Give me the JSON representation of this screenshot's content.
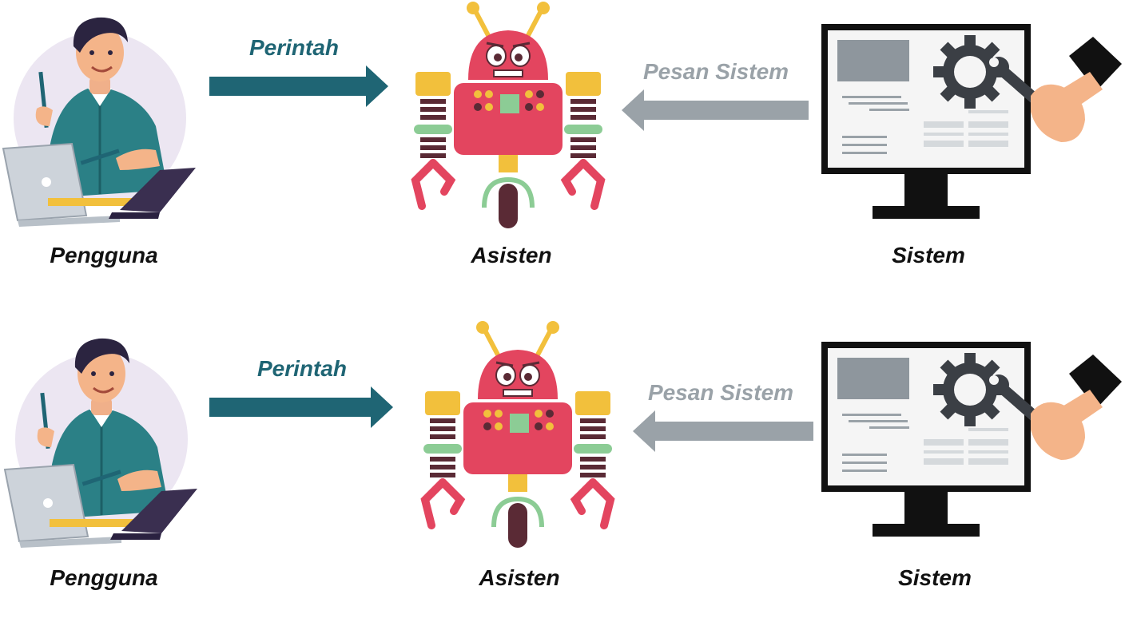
{
  "colors": {
    "command_arrow": "#1f6574",
    "system_arrow": "#9aa2a8",
    "robot_body": "#e3455f",
    "robot_accent": "#f2c03c",
    "robot_green": "#8ccc95",
    "robot_dark": "#5a2a35",
    "person_shirt": "#2b8086",
    "person_hair": "#2b2440",
    "monitor_frame": "#111111",
    "gear": "#3b3f45",
    "hand_skin": "#f4b489"
  },
  "icons": {
    "user": "person-with-laptop-icon",
    "assistant": "robot-icon",
    "system": "monitor-with-gear-icon"
  },
  "panels": [
    {
      "user_label": "Pengguna",
      "assistant_label": "Asisten",
      "system_label": "Sistem",
      "command_label": "Perintah",
      "system_message_label": "Pesan Sistem"
    },
    {
      "user_label": "Pengguna",
      "assistant_label": "Asisten",
      "system_label": "Sistem",
      "command_label": "Perintah",
      "system_message_label": "Pesan Sistem"
    }
  ]
}
